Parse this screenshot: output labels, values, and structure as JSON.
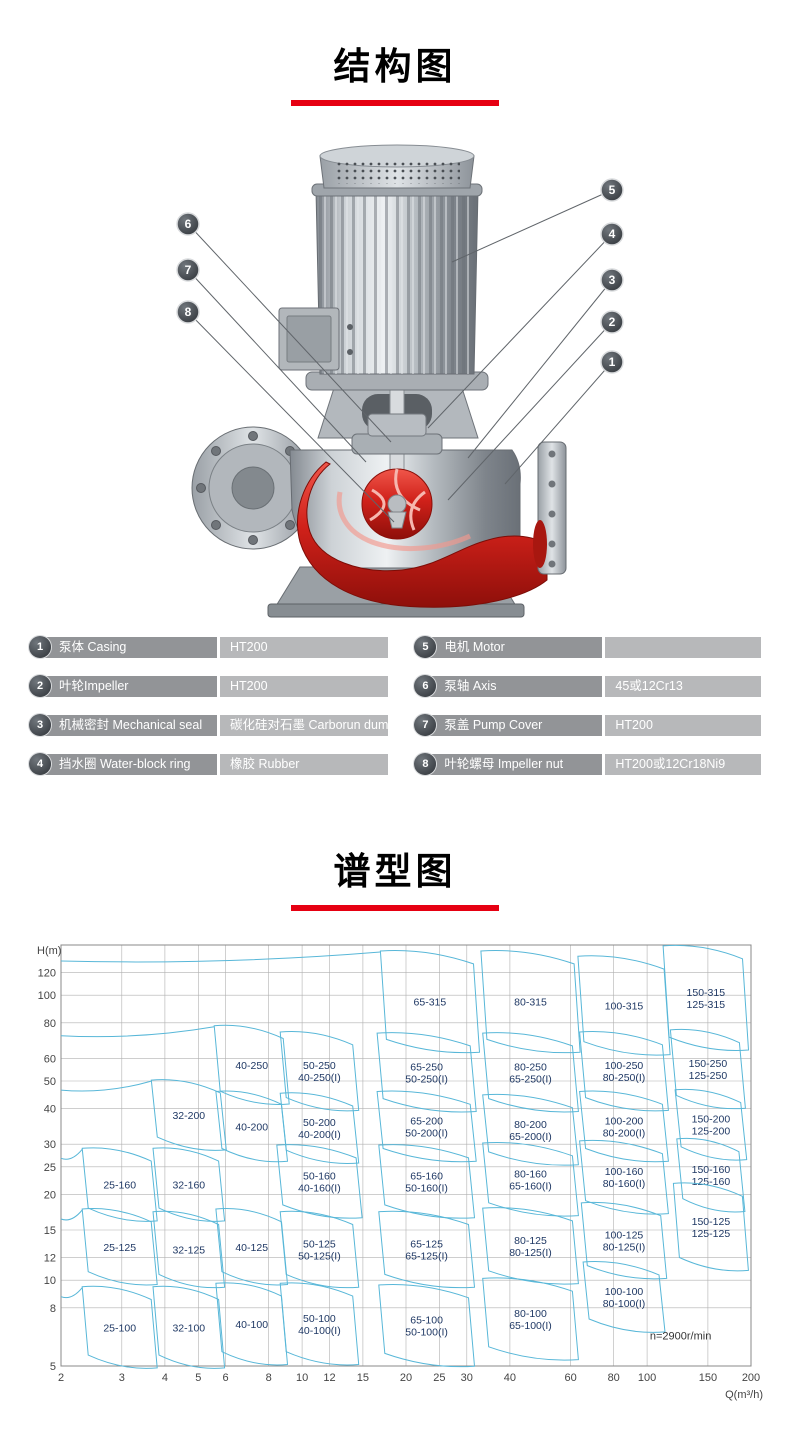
{
  "structure": {
    "title": "结构图"
  },
  "spectrum": {
    "title": "谱型图"
  },
  "accent": {
    "red": "#e60012",
    "region_line": "#58b7d8",
    "label_color": "#1f3864"
  },
  "diagram": {
    "callouts": [
      {
        "n": "1",
        "bx": 612,
        "by": 250,
        "tx": 505,
        "ty": 372
      },
      {
        "n": "2",
        "bx": 612,
        "by": 210,
        "tx": 448,
        "ty": 388
      },
      {
        "n": "3",
        "bx": 612,
        "by": 168,
        "tx": 468,
        "ty": 346
      },
      {
        "n": "4",
        "bx": 612,
        "by": 122,
        "tx": 428,
        "ty": 316
      },
      {
        "n": "5",
        "bx": 612,
        "by": 78,
        "tx": 452,
        "ty": 150
      },
      {
        "n": "6",
        "bx": 188,
        "by": 112,
        "tx": 391,
        "ty": 330
      },
      {
        "n": "7",
        "bx": 188,
        "by": 158,
        "tx": 366,
        "ty": 350
      },
      {
        "n": "8",
        "bx": 188,
        "by": 200,
        "tx": 394,
        "ty": 410
      }
    ]
  },
  "parts": {
    "left": [
      {
        "no": "1",
        "name": "泵体 Casing",
        "value": "HT200"
      },
      {
        "no": "2",
        "name": "叶轮Impeller",
        "value": "HT200"
      },
      {
        "no": "3",
        "name": "机械密封 Mechanical seal",
        "value": "碳化硅对石墨 Carborun dum"
      },
      {
        "no": "4",
        "name": "挡水圈 Water-block ring",
        "value": "橡胶 Rubber"
      }
    ],
    "right": [
      {
        "no": "5",
        "name": "电机 Motor",
        "value": ""
      },
      {
        "no": "6",
        "name": "泵轴 Axis",
        "value": "45或12Cr13"
      },
      {
        "no": "7",
        "name": "泵盖 Pump Cover",
        "value": "HT200"
      },
      {
        "no": "8",
        "name": "叶轮螺母 Impeller nut",
        "value": "HT200或12Cr18Ni9"
      }
    ]
  },
  "chart_data": {
    "type": "area",
    "title": "谱型图",
    "xlabel": "Q(m³/h)",
    "ylabel": "H(m)",
    "x_scale": "log",
    "y_scale": "log",
    "xlim": [
      2,
      200
    ],
    "ylim": [
      5,
      150
    ],
    "x_ticks": [
      2,
      3,
      4,
      5,
      6,
      8,
      10,
      12,
      15,
      20,
      25,
      30,
      40,
      60,
      80,
      100,
      150,
      200
    ],
    "y_ticks": [
      5,
      8,
      10,
      12,
      15,
      20,
      25,
      30,
      40,
      50,
      60,
      80,
      100,
      120
    ],
    "annotation": "n=2900r/min",
    "grid": true,
    "rows": [
      {
        "cells": [
          {
            "labels": [
              "65-315"
            ],
            "q": 23,
            "h": 100,
            "dq": 0.135,
            "dh": 0.155
          },
          {
            "labels": [
              "80-315"
            ],
            "q": 45,
            "h": 100,
            "dq": 0.135,
            "dh": 0.155
          },
          {
            "labels": [
              "100-315"
            ],
            "q": 84,
            "h": 97,
            "dq": 0.125,
            "dh": 0.15
          },
          {
            "labels": [
              "150-315",
              "125-315"
            ],
            "q": 145,
            "h": 103,
            "dq": 0.115,
            "dh": 0.16
          }
        ]
      },
      {
        "cells": [
          {
            "labels": [
              "40-250"
            ],
            "q": 7,
            "h": 60,
            "dq": 0.1,
            "dh": 0.115
          },
          {
            "labels": [
              "50-250",
              "40-250(I)"
            ],
            "q": 11,
            "h": 57,
            "dq": 0.105,
            "dh": 0.115
          },
          {
            "labels": [
              "65-250",
              "50-250(I)"
            ],
            "q": 22.5,
            "h": 56.5,
            "dq": 0.135,
            "dh": 0.115
          },
          {
            "labels": [
              "80-250",
              "65-250(I)"
            ],
            "q": 45,
            "h": 56.5,
            "dq": 0.13,
            "dh": 0.115
          },
          {
            "labels": [
              "100-250",
              "80-250(I)"
            ],
            "q": 84,
            "h": 57,
            "dq": 0.12,
            "dh": 0.115
          },
          {
            "labels": [
              "150-250",
              "125-250"
            ],
            "q": 147,
            "h": 58,
            "dq": 0.1,
            "dh": 0.115
          }
        ]
      },
      {
        "cells": [
          {
            "labels": [
              "32-200"
            ],
            "q": 4.6,
            "h": 40,
            "dq": 0.1,
            "dh": 0.1
          },
          {
            "labels": [
              "40-200"
            ],
            "q": 7,
            "h": 36.5,
            "dq": 0.095,
            "dh": 0.1
          },
          {
            "labels": [
              "50-200",
              "40-200(I)"
            ],
            "q": 11,
            "h": 36,
            "dq": 0.105,
            "dh": 0.1
          },
          {
            "labels": [
              "65-200",
              "50-200(I)"
            ],
            "q": 22.5,
            "h": 36.5,
            "dq": 0.135,
            "dh": 0.1
          },
          {
            "labels": [
              "80-200",
              "65-200(I)"
            ],
            "q": 45,
            "h": 35.5,
            "dq": 0.13,
            "dh": 0.1
          },
          {
            "labels": [
              "100-200",
              "80-200(I)"
            ],
            "q": 84,
            "h": 36.5,
            "dq": 0.12,
            "dh": 0.1
          },
          {
            "labels": [
              "150-200",
              "125-200"
            ],
            "q": 150,
            "h": 37,
            "dq": 0.095,
            "dh": 0.1
          }
        ]
      },
      {
        "cells": [
          {
            "labels": [
              "25-160"
            ],
            "q": 2.9,
            "h": 22.8,
            "dq": 0.1,
            "dh": 0.105
          },
          {
            "labels": [
              "32-160"
            ],
            "q": 4.6,
            "h": 22.8,
            "dq": 0.095,
            "dh": 0.105
          },
          {
            "labels": [
              "50-160",
              "40-160(I)"
            ],
            "q": 11,
            "h": 23.4,
            "dq": 0.115,
            "dh": 0.105
          },
          {
            "labels": [
              "65-160",
              "50-160(I)"
            ],
            "q": 22.5,
            "h": 23.4,
            "dq": 0.13,
            "dh": 0.105
          },
          {
            "labels": [
              "80-160",
              "65-160(I)"
            ],
            "q": 45,
            "h": 23.8,
            "dq": 0.13,
            "dh": 0.105
          },
          {
            "labels": [
              "100-160",
              "80-160(I)"
            ],
            "q": 84,
            "h": 24.2,
            "dq": 0.12,
            "dh": 0.105
          },
          {
            "labels": [
              "150-160",
              "125-160"
            ],
            "q": 150,
            "h": 24.6,
            "dq": 0.09,
            "dh": 0.105
          }
        ]
      },
      {
        "cells": [
          {
            "labels": [
              "25-125"
            ],
            "q": 2.9,
            "h": 13.8,
            "dq": 0.1,
            "dh": 0.11
          },
          {
            "labels": [
              "32-125"
            ],
            "q": 4.6,
            "h": 13.5,
            "dq": 0.095,
            "dh": 0.11
          },
          {
            "labels": [
              "40-125"
            ],
            "q": 7,
            "h": 13.8,
            "dq": 0.095,
            "dh": 0.11
          },
          {
            "labels": [
              "50-125",
              "50-125(I)"
            ],
            "q": 11,
            "h": 13.5,
            "dq": 0.105,
            "dh": 0.11
          },
          {
            "labels": [
              "65-125",
              "65-125(I)"
            ],
            "q": 22.5,
            "h": 13.5,
            "dq": 0.13,
            "dh": 0.11
          },
          {
            "labels": [
              "80-125",
              "80-125(I)"
            ],
            "q": 45,
            "h": 13.9,
            "dq": 0.13,
            "dh": 0.11
          },
          {
            "labels": [
              "100-125",
              "80-125(I)"
            ],
            "q": 84,
            "h": 14.5,
            "dq": 0.115,
            "dh": 0.11
          },
          {
            "labels": [
              "150-125",
              "125-125"
            ],
            "q": 150,
            "h": 16.2,
            "dq": 0.1,
            "dh": 0.13
          }
        ]
      },
      {
        "cells": [
          {
            "labels": [
              "25-100"
            ],
            "q": 2.9,
            "h": 7.2,
            "dq": 0.1,
            "dh": 0.12
          },
          {
            "labels": [
              "32-100"
            ],
            "q": 4.6,
            "h": 7.2,
            "dq": 0.095,
            "dh": 0.12
          },
          {
            "labels": [
              "40-100"
            ],
            "q": 7,
            "h": 7.4,
            "dq": 0.095,
            "dh": 0.12
          },
          {
            "labels": [
              "50-100",
              "40-100(I)"
            ],
            "q": 11,
            "h": 7.4,
            "dq": 0.105,
            "dh": 0.12
          },
          {
            "labels": [
              "65-100",
              "50-100(I)"
            ],
            "q": 22.5,
            "h": 7.3,
            "dq": 0.13,
            "dh": 0.12
          },
          {
            "labels": [
              "80-100",
              "65-100(I)"
            ],
            "q": 45,
            "h": 7.7,
            "dq": 0.13,
            "dh": 0.12
          },
          {
            "labels": [
              "100-100",
              "80-100(I)"
            ],
            "q": 84,
            "h": 9.2,
            "dq": 0.11,
            "dh": 0.1
          }
        ]
      }
    ]
  }
}
